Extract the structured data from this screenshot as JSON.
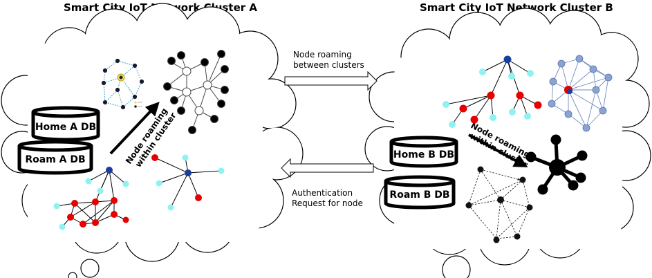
{
  "titles": {
    "cluster_a": "Smart City IoT Network Cluster A",
    "cluster_b": "Smart City IoT Network Cluster B"
  },
  "arrows": {
    "roaming_line1": "Node roaming",
    "roaming_line2": "between clusters",
    "auth_line1": "Authentication",
    "auth_line2": "Request for node"
  },
  "cluster_a": {
    "home_db": "Home A DB",
    "roam_db": "Roam A DB",
    "within_line1": "Node roaming",
    "within_line2": "within cluster"
  },
  "cluster_b": {
    "home_db": "Home B DB",
    "roam_db": "Roam B DB",
    "within_line1": "Node roaming",
    "within_line2": "within cluster"
  },
  "colors": {
    "hub": "#1a3f99",
    "red_node": "#e60000",
    "cyan_node": "#8ef2f2",
    "blue_mesh": "#8aa3d0",
    "black": "#000000"
  }
}
